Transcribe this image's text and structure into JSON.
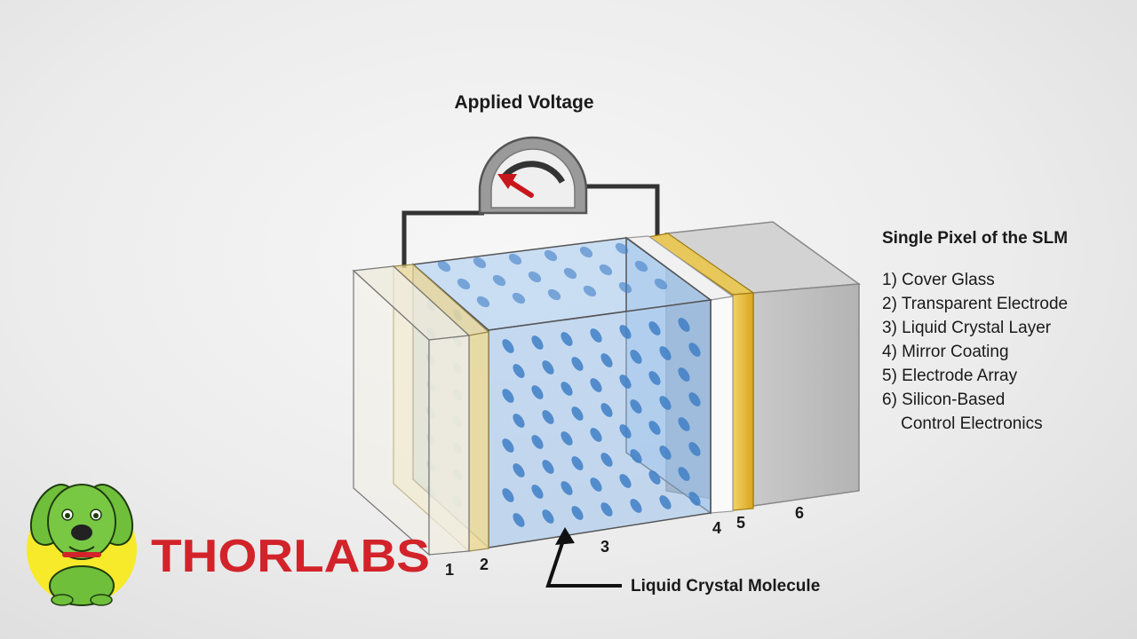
{
  "title": "Applied Voltage",
  "callout": "Liquid Crystal Molecule",
  "legend": {
    "heading": "Single Pixel of the SLM",
    "items": [
      "1) Cover Glass",
      "2) Transparent Electrode",
      "3) Liquid Crystal Layer",
      "4) Mirror Coating",
      "5) Electrode Array",
      "6) Silicon-Based",
      "    Control Electronics"
    ]
  },
  "layer_numbers": [
    "1",
    "2",
    "3",
    "4",
    "5",
    "6"
  ],
  "logo": {
    "brand": "THORLABS"
  },
  "colors": {
    "liquid_crystal": "#9cc2ec",
    "molecule": "#3f7fc6",
    "electrode": "#e8c23c",
    "brand_red": "#d2232a",
    "mascot_green": "#6fbf3a",
    "arrow_red": "#c8171c"
  }
}
